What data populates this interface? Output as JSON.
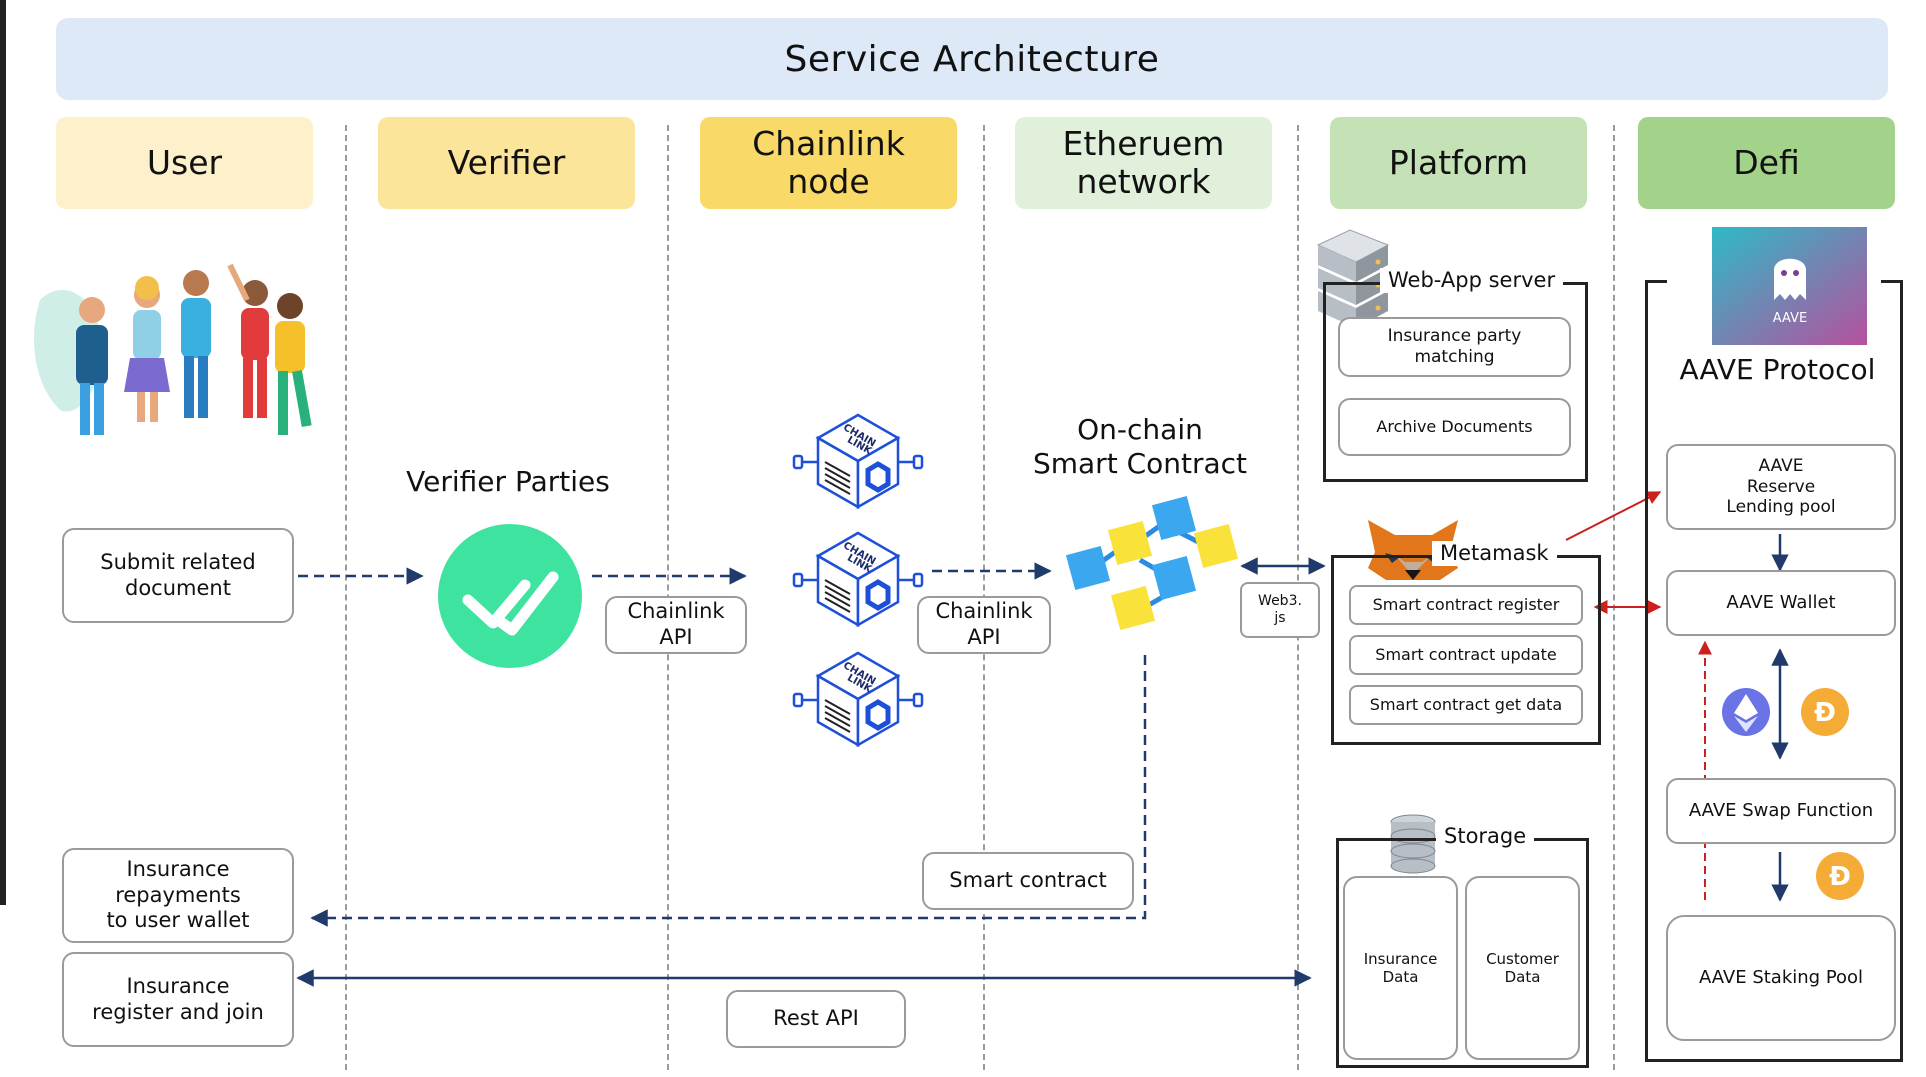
{
  "title": "Service Architecture",
  "lanes": [
    {
      "label": "User",
      "color": "#fdf1cc"
    },
    {
      "label": "Verifier",
      "color": "#fbe59a"
    },
    {
      "label": "Chainlink\nnode",
      "color": "#f9d968"
    },
    {
      "label": "Etheruem\nnetwork",
      "color": "#e1f0db"
    },
    {
      "label": "Platform",
      "color": "#c5e1b6"
    },
    {
      "label": "Defi",
      "color": "#a3d38b"
    }
  ],
  "user": {
    "submit": "Submit related\ndocument",
    "repayments": "Insurance\nrepayments\nto user wallet",
    "register": "Insurance\nregister and join"
  },
  "verifier": {
    "parties": "Verifier Parties",
    "check_color": "#3ee3a0"
  },
  "chainlink": {
    "api_left": "Chainlink\nAPI",
    "api_right": "Chainlink\nAPI",
    "cube_text": "CHAIN\nLINK"
  },
  "ethereum": {
    "onchain": "On-chain\nSmart Contract",
    "smart_contract": "Smart contract",
    "web3": "Web3.\njs"
  },
  "platform": {
    "webapp_title": "Web-App server",
    "matching": "Insurance party\nmatching",
    "archive": "Archive Documents",
    "metamask_title": "Metamask",
    "sc_register": "Smart contract register",
    "sc_update": "Smart contract update",
    "sc_get": "Smart contract get data",
    "storage_title": "Storage",
    "insurance_data": "Insurance\nData",
    "customer_data": "Customer\nData"
  },
  "defi": {
    "logo_text": "AAVE",
    "protocol": "AAVE Protocol",
    "reserve": "AAVE\nReserve\nLending pool",
    "wallet": "AAVE Wallet",
    "swap": "AAVE Swap Function",
    "staking": "AAVE Staking Pool"
  },
  "rest_api": "Rest API",
  "colors": {
    "arrow": "#1f3a6b",
    "red": "#cc1f1f",
    "line": "#9a9a9a",
    "chain_blue": "#1d4fd8"
  }
}
